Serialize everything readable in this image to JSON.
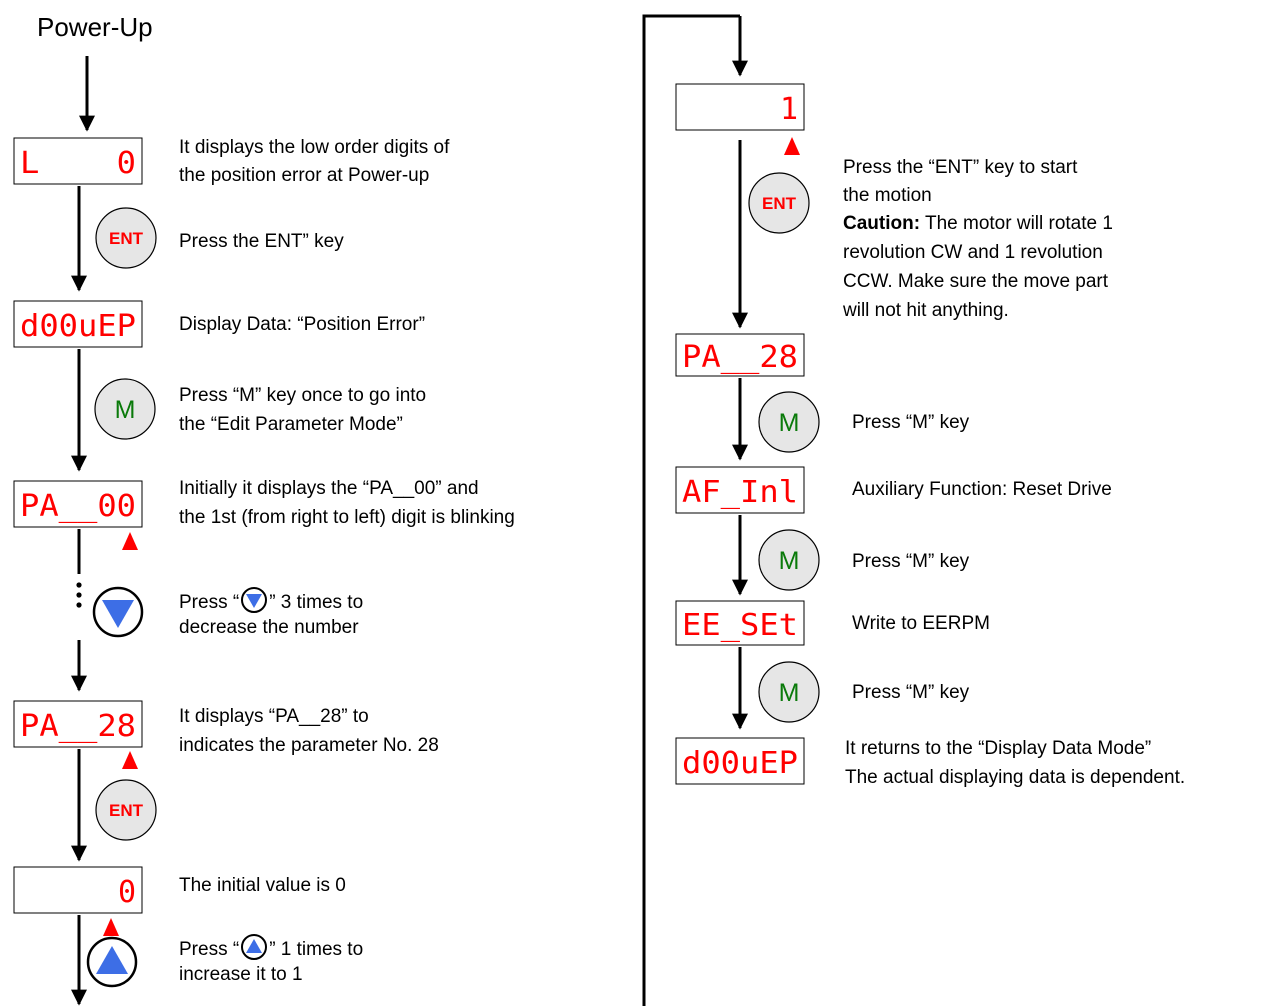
{
  "title": "Power-Up",
  "displays": {
    "l0": "L    0",
    "d00uep": "d00uEP",
    "pa00": "PA__00",
    "pa28": "PA__28",
    "val0": "0",
    "val1": "1",
    "pa28b": "PA__28",
    "afinl": "AF_Inl",
    "eeset": "EE_SEt",
    "d00uep2": "d00uEP"
  },
  "keys": {
    "ent": "ENT",
    "m": "M"
  },
  "steps": {
    "l0_desc_1": "It displays the low order digits of",
    "l0_desc_2": "the position error  at Power-up",
    "ent_desc": "Press the ENT” key",
    "disp_desc": "Display Data: “Position Error”",
    "m_desc_1": "Press “M” key  once to go into",
    "m_desc_2": "the “Edit Parameter Mode”",
    "pa00_desc_1": "Initially it displays the “PA__00” and",
    "pa00_desc_2": " the 1st (from right to left) digit is blinking",
    "down_pre": "Press “",
    "down_post": "”  3 times to",
    "down_desc_2": "decrease the number",
    "pa28_desc_1": "It displays “PA__28” to",
    "pa28_desc_2": "indicates the  parameter No. 28",
    "init_desc": "The initial value is 0",
    "up_pre": "Press “",
    "up_post": "”  1 times to",
    "up_desc_2": "increase it to 1",
    "start_1": "Press the “ENT” key to start",
    "start_2": "the motion",
    "caution_label": "Caution:",
    "caution_1": " The motor will rotate 1",
    "caution_2": "revolution CW and 1 revolution",
    "caution_3": "CCW. Make sure the move part",
    "caution_4": "will not hit anything.",
    "press_m_1": "Press “M”  key",
    "aux_desc": "Auxiliary Function: Reset Drive",
    "press_m_2": "Press “M”  key",
    "write_desc": "Write to EERPM",
    "press_m_3": "Press “M”  key",
    "return_1": "It returns to the “Display Data Mode”",
    "return_2": "The actual displaying data is dependent."
  },
  "colors": {
    "segment": "#ff0000",
    "ent_text": "#ff0000",
    "m_text": "#0a7a0a",
    "key_fill": "#e6e6e6",
    "arrow_key": "#3d6ee6",
    "blink_marker": "#ff0000"
  },
  "icons": [
    "down-arrow-key-icon",
    "up-arrow-key-icon",
    "blink-marker-icon"
  ]
}
